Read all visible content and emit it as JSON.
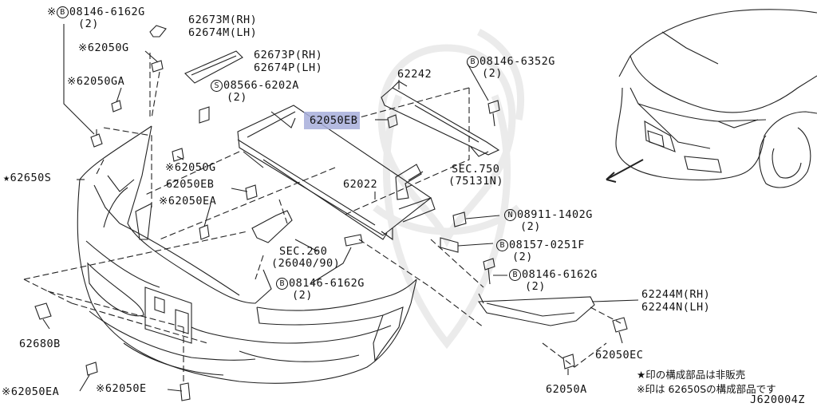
{
  "labels": {
    "p08146_6162g_top": {
      "prefix": "※",
      "circle": "B",
      "number": "08146-6162G",
      "qty": "(2)"
    },
    "p62673m": {
      "rh": "62673M(RH)",
      "lh": "62674M(LH)"
    },
    "p62050g_a": {
      "prefix": "※",
      "number": "62050G"
    },
    "p62673p": {
      "rh": "62673P(RH)",
      "lh": "62674P(LH)"
    },
    "p62050ga": {
      "prefix": "※",
      "number": "62050GA"
    },
    "p08566": {
      "circle": "S",
      "number": "08566-6202A",
      "qty": "(2)"
    },
    "p62242": {
      "number": "62242"
    },
    "p08146_6352g": {
      "circle": "B",
      "number": "08146-6352G",
      "qty": "(2)"
    },
    "p62050eb_hl": {
      "number": "62050EB"
    },
    "p62650s": {
      "prefix": "★",
      "number": "62650S"
    },
    "p62050g_b": {
      "prefix": "※",
      "number": "62050G"
    },
    "p62050eb": {
      "number": "62050EB"
    },
    "p62050ea_mid": {
      "prefix": "※",
      "number": "62050EA"
    },
    "p62022": {
      "number": "62022"
    },
    "sec750": {
      "line1": "SEC.750",
      "line2": "(75131N)"
    },
    "p08911": {
      "circle": "N",
      "number": "08911-1402G",
      "qty": "(2)"
    },
    "p08157": {
      "circle": "B",
      "number": "08157-0251F",
      "qty": "(2)"
    },
    "sec260": {
      "line1": "SEC.260",
      "line2": "(26040/90)"
    },
    "p08146_6162g_mid": {
      "circle": "B",
      "number": "08146-6162G",
      "qty": "(2)"
    },
    "p08146_6162g_right": {
      "circle": "B",
      "number": "08146-6162G",
      "qty": "(2)"
    },
    "p62244": {
      "rh": "62244M(RH)",
      "lh": "62244N(LH)"
    },
    "p62680b": {
      "number": "62680B"
    },
    "p62050ec": {
      "number": "62050EC"
    },
    "p62050ea_bot": {
      "prefix": "※",
      "number": "62050EA"
    },
    "p62050e": {
      "prefix": "※",
      "number": "62050E"
    },
    "p62050a": {
      "number": "62050A"
    }
  },
  "notes": {
    "star_note": "★印の構成部品は非販売",
    "asterisk_note": "※印は 62650Sの構成部品です"
  },
  "diagram_id": "J620004Z",
  "colors": {
    "highlight": "#a7aedb",
    "line": "#222222",
    "watermark": "#d6d6d6"
  }
}
